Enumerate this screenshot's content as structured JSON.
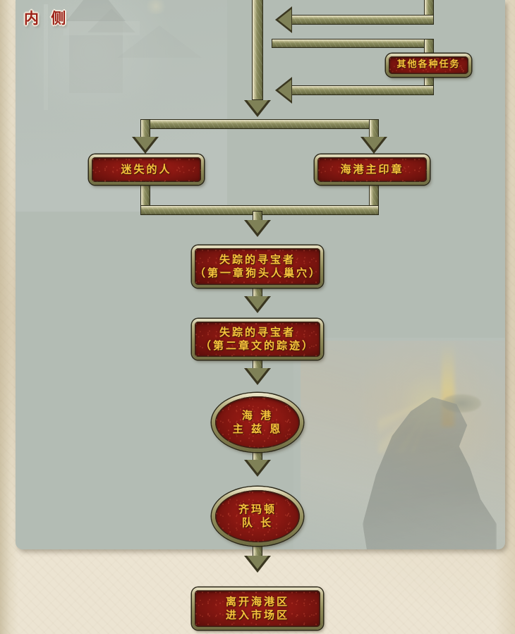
{
  "section": {
    "label": "内 侧"
  },
  "colors": {
    "panel_bg": "#b3bcb4",
    "page_bg": "#ece4d2",
    "node_border": "#8e8a58",
    "node_fill": "#8b1812",
    "node_text": "#f5c33c",
    "connector": "#8c8d5f",
    "section_label": "#9e2218"
  },
  "nodes": [
    {
      "id": "other-quests",
      "label": "其他各种任务",
      "shape": "rect"
    },
    {
      "id": "lost-person",
      "label": "迷失的人",
      "shape": "rect"
    },
    {
      "id": "harbor-seal",
      "label": "海港主印章",
      "shape": "rect"
    },
    {
      "id": "missing-hunter-1",
      "label": "失踪的寻宝者\n（第一章狗头人巢穴）",
      "shape": "rect"
    },
    {
      "id": "missing-hunter-2",
      "label": "失踪的寻宝者\n（第二章文的踪迹）",
      "shape": "rect"
    },
    {
      "id": "harbor-master",
      "label": "海 港\n主 兹 恩",
      "shape": "oval"
    },
    {
      "id": "captain-zimaton",
      "label": "齐玛顿\n队 长",
      "shape": "oval"
    },
    {
      "id": "leave-harbor",
      "label": "离开海港区\n进入市场区",
      "shape": "rect"
    }
  ],
  "connectors": [
    {
      "id": "trunk-top-down",
      "from": "top",
      "to": "split-bar",
      "kind": "arrow-down"
    },
    {
      "id": "other-quests-return-1",
      "from": "top-right",
      "to": "trunk",
      "kind": "arrow-left"
    },
    {
      "id": "other-quests-feed",
      "from": "trunk",
      "to": "other-quests",
      "kind": "line"
    },
    {
      "id": "other-quests-return-2",
      "from": "other-quests",
      "to": "trunk",
      "kind": "arrow-left"
    },
    {
      "id": "split-to-lost-person",
      "from": "split-bar",
      "to": "lost-person",
      "kind": "arrow-down"
    },
    {
      "id": "split-to-harbor-seal",
      "from": "split-bar",
      "to": "harbor-seal",
      "kind": "arrow-down"
    },
    {
      "id": "merge-to-hunter-1",
      "from": "merge-bar",
      "to": "missing-hunter-1",
      "kind": "arrow-down"
    },
    {
      "id": "hunter1-to-hunter2",
      "from": "missing-hunter-1",
      "to": "missing-hunter-2",
      "kind": "arrow-down"
    },
    {
      "id": "hunter2-to-master",
      "from": "missing-hunter-2",
      "to": "harbor-master",
      "kind": "arrow-down"
    },
    {
      "id": "master-to-captain",
      "from": "harbor-master",
      "to": "captain-zimaton",
      "kind": "arrow-down"
    },
    {
      "id": "captain-to-leave",
      "from": "captain-zimaton",
      "to": "leave-harbor",
      "kind": "arrow-down"
    }
  ]
}
